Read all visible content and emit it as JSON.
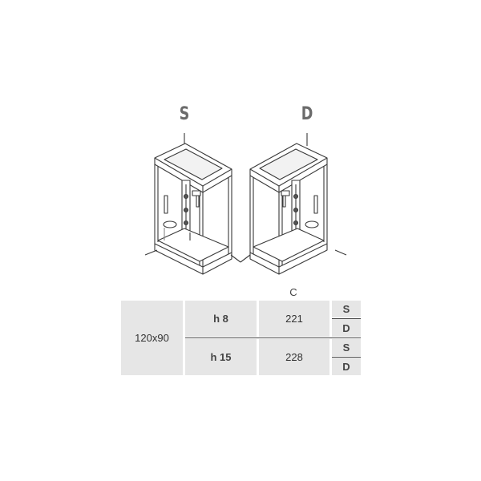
{
  "variants": {
    "left_label": "S",
    "right_label": "D"
  },
  "table": {
    "column_header": "C",
    "size": "120x90",
    "rows": [
      {
        "height": "h 8",
        "value": "221",
        "sides": [
          "S",
          "D"
        ]
      },
      {
        "height": "h 15",
        "value": "228",
        "sides": [
          "S",
          "D"
        ]
      }
    ]
  },
  "colors": {
    "cell_background": "#e6e6e6",
    "line": "#444444",
    "letter": "#6b6b6b"
  }
}
